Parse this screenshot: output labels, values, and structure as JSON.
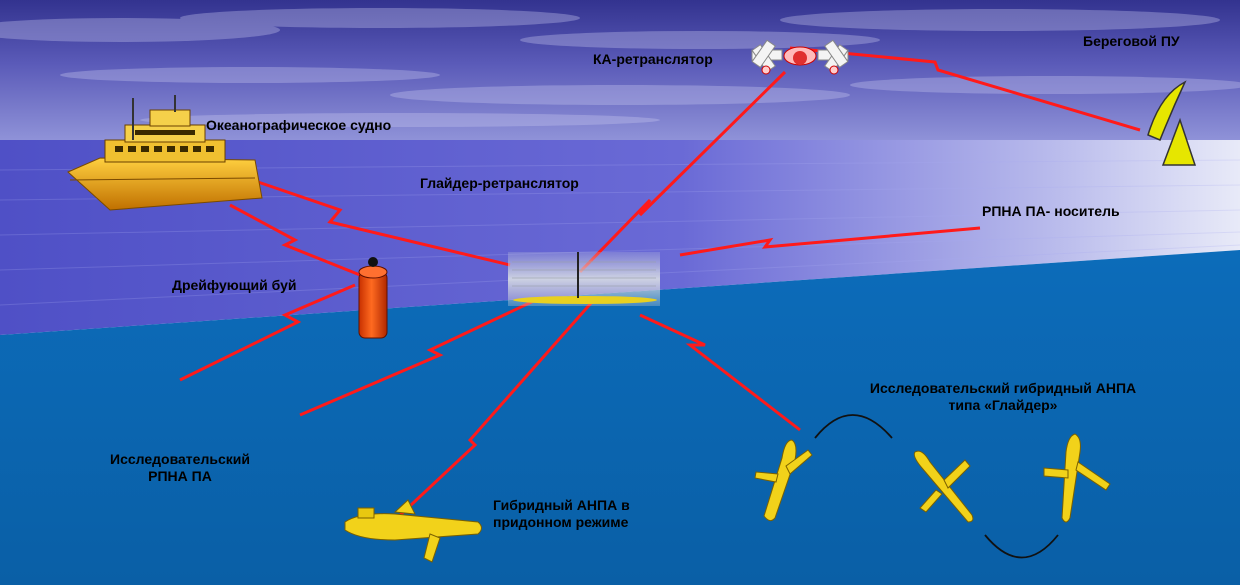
{
  "labels": {
    "satellite": "КА-ретранслятор",
    "shore": "Береговой ПУ",
    "ship": "Океанографическое судно",
    "glider_relay": "Глайдер-ретранслятор",
    "carrier": "РПНА ПА- носитель",
    "buoy": "Дрейфующий буй",
    "research_rpna_line1": "Исследовательский",
    "research_rpna_line2": "РПНА ПА",
    "hybrid_bottom_line1": "Гибридный АНПА в",
    "hybrid_bottom_line2": "придонном режиме",
    "hybrid_glider_line1": "Исследовательский гибридный АНПА",
    "hybrid_glider_line2": "типа «Глайдер»"
  },
  "colors": {
    "sky_top": "#3a3a9e",
    "sky_horizon": "#d8dcf0",
    "sea_surface": "#5a5ad0",
    "deep_water": "#0a6bb8",
    "link": "#ff1a1a",
    "vehicle_yellow": "#f2d21a",
    "buoy_orange": "#ff5010",
    "antenna_yellow": "#e6e600"
  }
}
